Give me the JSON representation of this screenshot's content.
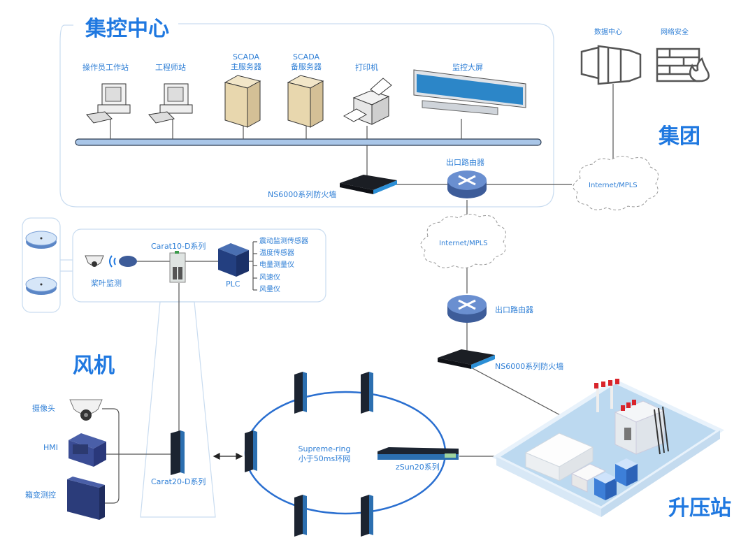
{
  "regions": {
    "control_center": "集控中心",
    "group": "集团",
    "turbine": "风机",
    "substation": "升压站"
  },
  "control_center": {
    "devices": [
      {
        "id": "operator-ws",
        "label": "操作员工作站"
      },
      {
        "id": "engineer-ws",
        "label": "工程师站"
      },
      {
        "id": "scada-main",
        "label_line1": "SCADA",
        "label_line2": "主服务器"
      },
      {
        "id": "scada-backup",
        "label_line1": "SCADA",
        "label_line2": "备服务器"
      },
      {
        "id": "printer",
        "label": "打印机"
      },
      {
        "id": "video-wall",
        "label": "监控大屏"
      }
    ],
    "firewall": "NS6000系列防火墙",
    "router": "出口路由器"
  },
  "group": {
    "data_center": "数据中心",
    "network_security": "网络安全",
    "cloud": "Internet/MPLS"
  },
  "wan": {
    "cloud": "Internet/MPLS",
    "router": "出口路由器",
    "firewall": "NS6000系列防火墙"
  },
  "turbine": {
    "blade_monitor": "桨叶监测",
    "carat10": "Carat10-D系列",
    "plc": "PLC",
    "sensors": [
      "震动监测传感器",
      "温度传感器",
      "电量测量仪",
      "风速仪",
      "风量仪"
    ],
    "camera": "摄像头",
    "hmi": "HMI",
    "box_monitor": "箱变测控",
    "carat20": "Carat20-D系列"
  },
  "ring": {
    "name_line1": "Supreme-ring",
    "name_line2": "小于50ms环网",
    "core_switch": "zSun20系列"
  },
  "colors": {
    "accent": "#1f78e0",
    "label": "#2f7fd6",
    "ring": "#2a6fd0",
    "line": "#555555",
    "box_border": "#c9dcf0"
  }
}
